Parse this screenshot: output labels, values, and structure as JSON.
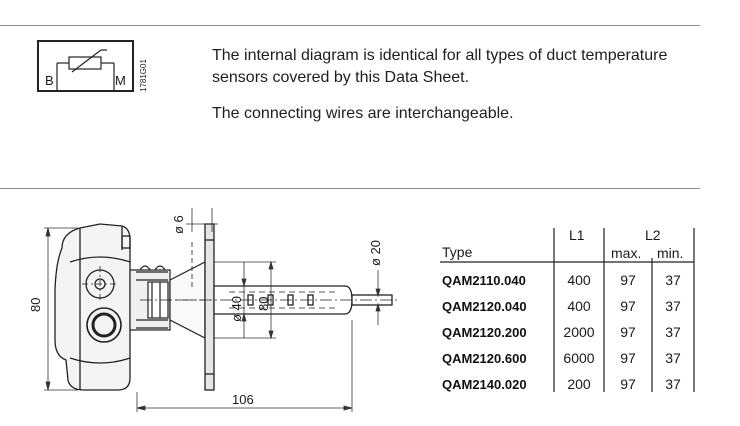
{
  "text": {
    "paragraph_1": "The internal diagram is identical for all types of duct temperature sensors covered by this Data Sheet.",
    "paragraph_2": "The connecting wires are interchangeable."
  },
  "schematic": {
    "terminal_left": "B",
    "terminal_right": "M",
    "figure_code": "1781G01"
  },
  "drawing": {
    "dim_height": "80",
    "dim_length": "106",
    "dim_diam_6": "ø 6",
    "dim_diam_20": "ø 20",
    "dim_diam_40": "ø 40",
    "dim_flange": "80"
  },
  "table": {
    "col_type": "Type",
    "col_l1": "L1",
    "col_l2": "L2",
    "col_max": "max.",
    "col_min": "min.",
    "rows": [
      {
        "type": "QAM2110.040",
        "l1": "400",
        "max": "97",
        "min": "37"
      },
      {
        "type": "QAM2120.040",
        "l1": "400",
        "max": "97",
        "min": "37"
      },
      {
        "type": "QAM2120.200",
        "l1": "2000",
        "max": "97",
        "min": "37"
      },
      {
        "type": "QAM2120.600",
        "l1": "6000",
        "max": "97",
        "min": "37"
      },
      {
        "type": "QAM2140.020",
        "l1": "200",
        "max": "97",
        "min": "37"
      }
    ]
  }
}
